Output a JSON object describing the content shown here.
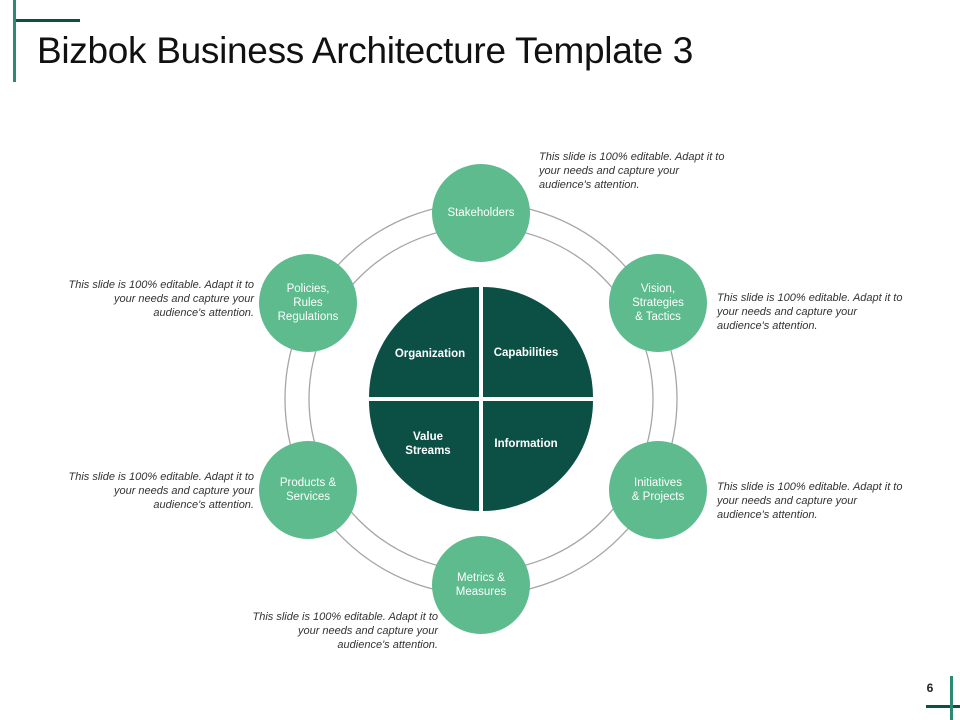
{
  "title": "Bizbok Business Architecture Template 3",
  "page_number": "6",
  "colors": {
    "node_fill": "#5dbb8e",
    "quadrant_fill": "#0b4f45",
    "ring_stroke": "#a6a6a6",
    "accent": "#2a8a72"
  },
  "center": {
    "top_left": "Organization",
    "top_right": "Capabilities",
    "bottom_left": "Value\nStreams",
    "bottom_right": "Information"
  },
  "nodes": {
    "stakeholders": "Stakeholders",
    "vision": "Vision,\nStrategies\n& Tactics",
    "initiatives": "Initiatives\n& Projects",
    "metrics": "Metrics &\nMeasures",
    "products": "Products &\nServices",
    "policies": "Policies,\nRules\nRegulations"
  },
  "notes": {
    "stakeholders": "This slide is 100% editable. Adapt it to\nyour needs and capture your\naudience's attention.",
    "vision": "This slide is 100% editable. Adapt it to\nyour needs and capture your\naudience's attention.",
    "initiatives": "This slide is 100% editable. Adapt it to\nyour needs and capture your\naudience's attention.",
    "metrics": "This slide is 100% editable. Adapt it to\nyour needs and capture your\naudience's attention.",
    "products": "This slide is 100% editable. Adapt it to\nyour needs and capture your\naudience's attention.",
    "policies": "This slide is 100% editable. Adapt it to\nyour needs and capture your\naudience's attention."
  }
}
